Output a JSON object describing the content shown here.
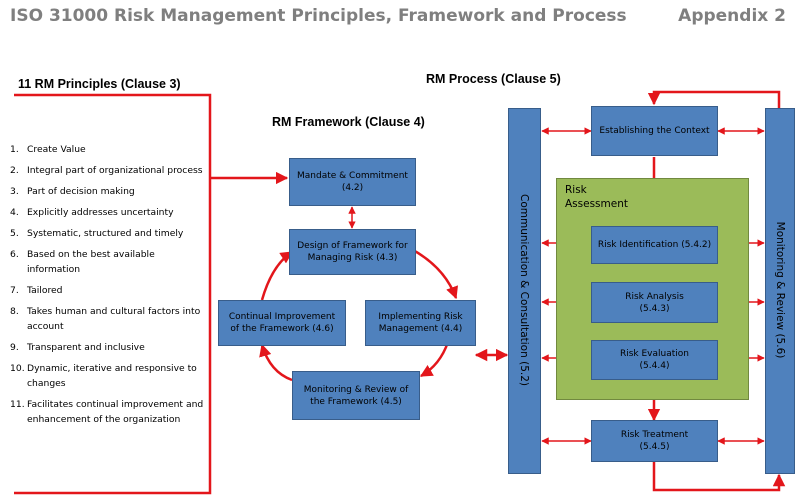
{
  "header": {
    "title": "ISO 31000 Risk Management Principles, Framework and Process",
    "appendix": "Appendix 2"
  },
  "principles": {
    "heading": "11 RM Principles (Clause 3)",
    "items": [
      {
        "num": "1.",
        "text": "Create Value"
      },
      {
        "num": "2.",
        "text": "Integral part of organizational process"
      },
      {
        "num": "3.",
        "text": "Part of decision making"
      },
      {
        "num": "4.",
        "text": "Explicitly addresses uncertainty"
      },
      {
        "num": "5.",
        "text": "Systematic, structured and timely"
      },
      {
        "num": "6.",
        "text": "Based on the best available information"
      },
      {
        "num": "7.",
        "text": "Tailored"
      },
      {
        "num": "8.",
        "text": "Takes human and cultural factors into account"
      },
      {
        "num": "9.",
        "text": "Transparent and inclusive"
      },
      {
        "num": "10.",
        "text": "Dynamic, iterative and responsive to changes"
      },
      {
        "num": "11.",
        "text": "Facilitates continual improvement and enhancement of the organization"
      }
    ]
  },
  "framework": {
    "heading": "RM Framework (Clause 4)",
    "mandate": {
      "line1": "Mandate & Commitment",
      "line2": "(4.2)"
    },
    "design": {
      "line1": "Design of Framework for",
      "line2": "Managing Risk (4.3)"
    },
    "implementing": {
      "line1": "Implementing Risk",
      "line2": "Management (4.4)"
    },
    "monitoring": {
      "line1": "Monitoring & Review of",
      "line2": "the Framework (4.5)"
    },
    "continual": {
      "line1": "Continual Improvement",
      "line2": "of the Framework (4.6)"
    }
  },
  "process": {
    "heading": "RM Process (Clause 5)",
    "communication": "Communication & Consultation (5.2)",
    "monitoring_review": "Monitoring & Review (5.6)",
    "context": {
      "line1": "Establishing the Context",
      "line2": ""
    },
    "risk_assessment_label": "Risk Assessment",
    "identification": {
      "line1": "Risk Identification (5.4.2)",
      "line2": ""
    },
    "analysis": {
      "line1": "Risk Analysis",
      "line2": "(5.4.3)"
    },
    "evaluation": {
      "line1": "Risk Evaluation",
      "line2": "(5.4.4)"
    },
    "treatment": {
      "line1": "Risk Treatment",
      "line2": "(5.4.5)"
    }
  },
  "colors": {
    "box_blue": "#4f81bd",
    "assessment_green": "#9bbb59",
    "arrow_red": "#e3161b",
    "title_gray": "#7f7f7f"
  }
}
